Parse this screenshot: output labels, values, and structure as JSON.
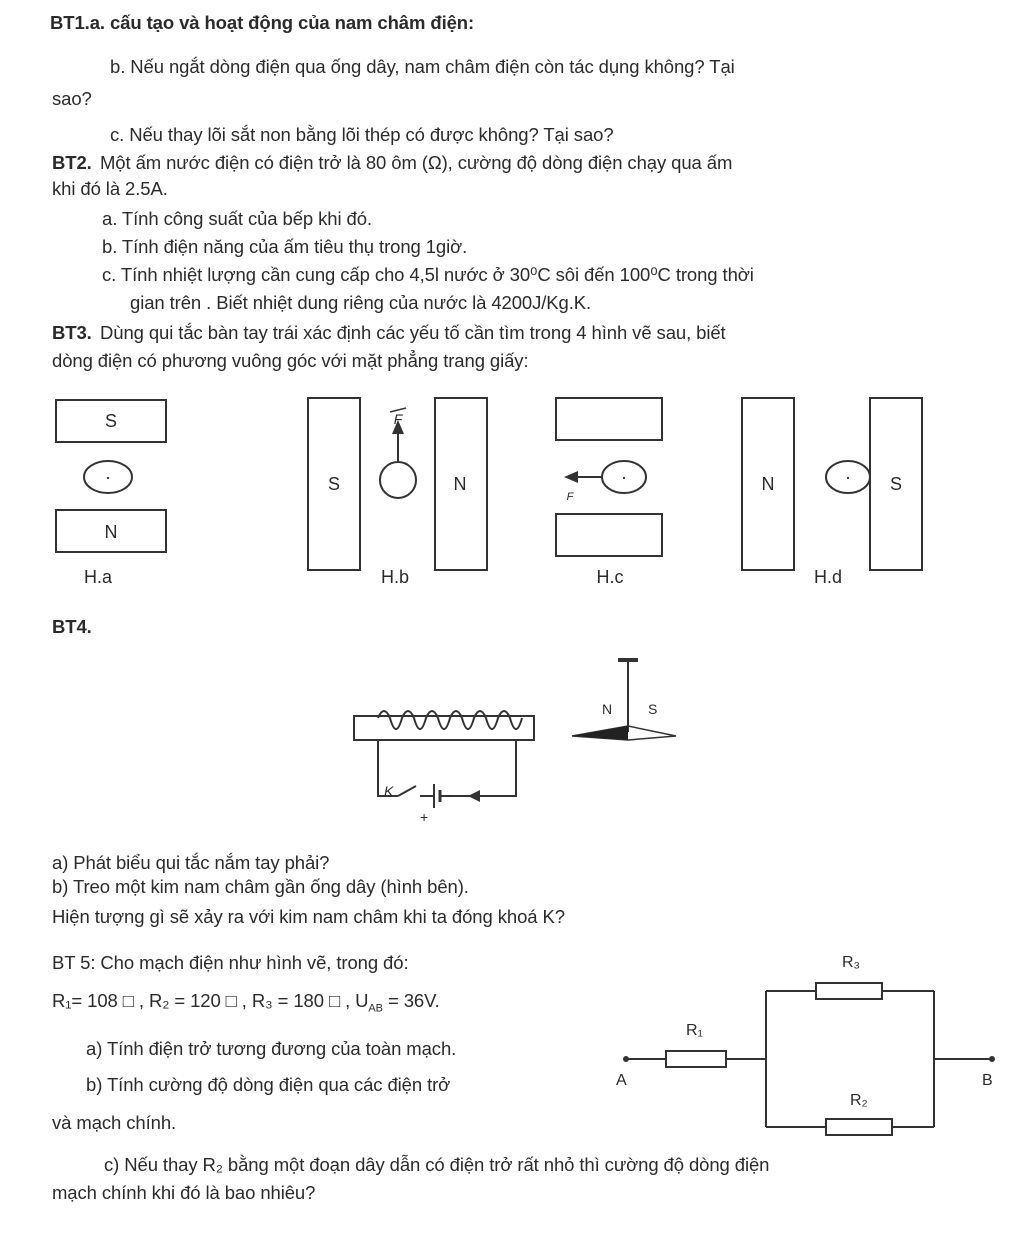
{
  "bt1": {
    "a": "BT1.a. cấu tạo và hoạt động của nam châm điện:",
    "b1": "b.  Nếu ngắt dòng điện qua ống dây, nam châm điện còn tác dụng không? Tại",
    "b2": "sao?",
    "c": "c. Nếu thay lõi sắt non bằng lõi thép có được không? Tại sao?"
  },
  "bt2": {
    "label": "BT2.",
    "line1": "Một ấm nước điện có điện trở là 80 ôm (Ω), cường độ dòng điện chạy qua ấm",
    "line2": "khi đó là 2.5A.",
    "a": "a.  Tính công suất của bếp khi đó.",
    "b": "b.  Tính điện năng của ấm tiêu thụ trong 1giờ.",
    "c1": "c.  Tính nhiệt lượng cần cung cấp cho 4,5l nước ở 30⁰C sôi đến 100⁰C trong thời",
    "c2": "gian trên . Biết nhiệt dung riêng của nước là 4200J/Kg.K."
  },
  "bt3": {
    "label": "BT3.",
    "line1": "Dùng qui tắc bàn tay trái xác định các yếu tố cần tìm trong 4 hình vẽ sau, biết",
    "line2": "dòng điện có phương vuông góc với mặt phẳng trang giấy:",
    "figures": {
      "a": {
        "caption": "H.a",
        "top": "S",
        "bottom": "N",
        "dot": "·"
      },
      "b": {
        "caption": "H.b",
        "left": "S",
        "right": "N",
        "force": "F"
      },
      "c": {
        "caption": "H.c",
        "dot": "·",
        "force": "F"
      },
      "d": {
        "caption": "H.d",
        "left": "N",
        "right": "S",
        "dot": "·"
      }
    }
  },
  "bt4": {
    "label": "BT4.",
    "needle_n": "N",
    "needle_s": "S",
    "switch": "K",
    "plus": "+",
    "minus": "-",
    "a": "a) Phát biểu qui tắc nắm tay phải?",
    "b": "b) Treo một kim nam châm gần ống dây (hình bên).",
    "q": "Hiện tượng gì sẽ xảy ra với kim nam châm khi ta đóng khoá K?"
  },
  "bt5": {
    "title": "BT 5: Cho mạch điện như hình vẽ, trong đó:",
    "values": "R₁= 108 □ , R₂ = 120 □ , R₃ = 180 □ , U",
    "values_sub": "AB",
    "values_end": " = 36V.",
    "a": "a) Tính điện trở tương đương của toàn mạch.",
    "b": "b) Tính cường độ dòng điện qua các điện trở",
    "b2": "và mạch chính.",
    "c1": "c) Nếu thay R₂ bằng một đoạn dây dẫn có điện trở rất nhỏ thì cường độ dòng điện",
    "c2": "mạch chính khi đó là bao nhiêu?",
    "circuit": {
      "r1": "R₁",
      "r2": "R₂",
      "r3": "R₃",
      "a": "A",
      "b": "B"
    }
  }
}
